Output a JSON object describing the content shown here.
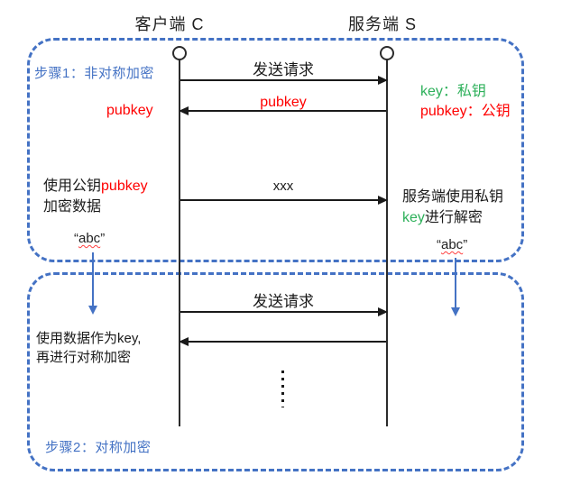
{
  "diagram": {
    "actors": {
      "client": "客户端 C",
      "server": "服务端 S"
    },
    "step1": {
      "label": "步骤1：非对称加密",
      "msg_send_request": "发送请求",
      "msg_pubkey": "pubkey",
      "msg_xxx": "xxx",
      "client_received_pubkey": "pubkey",
      "legend_key_line": "key：私钥",
      "legend_pubkey_line": "pubkey：公钥",
      "client_note_line1_black": "使用公钥",
      "client_note_line1_red": "pubkey",
      "client_note_line2": "加密数据",
      "server_note_line1": "服务端使用私钥",
      "server_note_line2_green": "key",
      "server_note_line2_black": "进行解密",
      "abc_open_quote": "“",
      "abc_text": "abc",
      "abc_close_quote": "”"
    },
    "step2": {
      "label": "步骤2：对称加密",
      "msg_send_request": "发送请求",
      "note_line1": "使用数据作为key,",
      "note_line2": "再进行对称加密"
    },
    "colors": {
      "accent_blue": "#4472C4",
      "red": "#FF0000",
      "green": "#2DB05A",
      "line_black": "#1a1a1a"
    }
  }
}
